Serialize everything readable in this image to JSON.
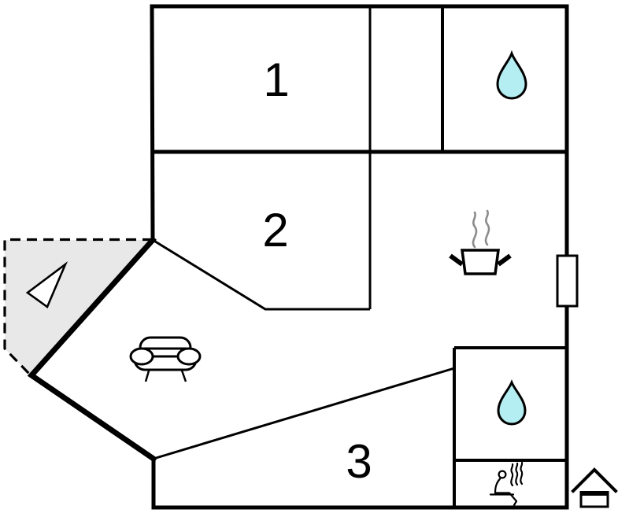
{
  "floor_plan": {
    "type": "holiday-home-floor-plan",
    "rooms": [
      {
        "label": "1"
      },
      {
        "label": "2"
      },
      {
        "label": "3"
      }
    ],
    "colors": {
      "wall": "#000000",
      "background": "#ffffff",
      "terrace_fill": "#e8e8e8",
      "water_drop_fill": "#b4eef2",
      "steam_gray": "#8c8c8c"
    },
    "icons": {
      "bathroom_top": "water-drop",
      "bathroom_bottom": "water-drop",
      "kitchen": "cooking-pot-with-steam",
      "living_room": "sofa",
      "sauna": "person-in-sauna",
      "entrance_marker": "house",
      "terrace_marker": "triangle"
    }
  }
}
